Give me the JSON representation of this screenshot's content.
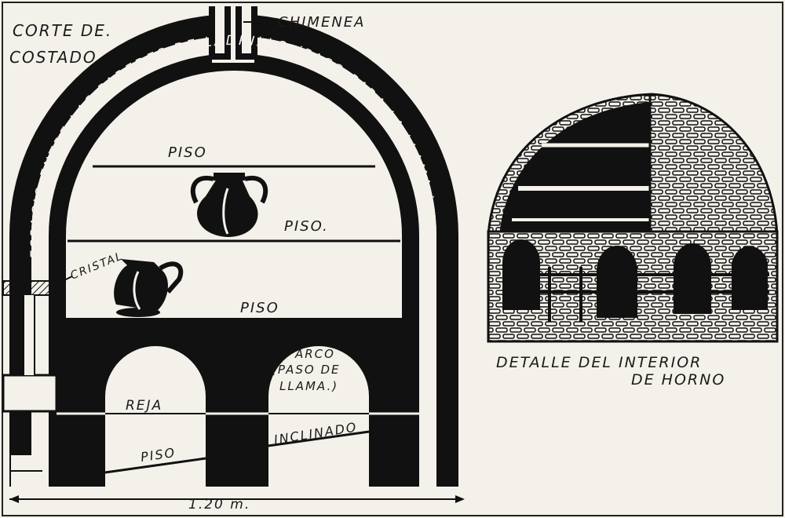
{
  "labels": {
    "section_title_line1": "CORTE DE.",
    "section_title_line2": "COSTADO",
    "chimney": "CHIMENEA",
    "space_between_walls": "ESPACIO ENTRE LAS PAREDES DE LADRILLO (PASO PARA LA LLAMA.)",
    "floor_top": "PISO",
    "floor_mid": "PISO.",
    "floor_low": "PISO",
    "glass": "CRISTAL",
    "arch_line1": "ARCO",
    "arch_line2": "(PASO DE",
    "arch_line3": "LLAMA.)",
    "grate": "REJA",
    "inclined": "INCLINADO",
    "floor_bottom": "PISO",
    "width_dimension": "1.20 m.",
    "detail_line1": "DETALLE DEL INTERIOR",
    "detail_line2": "DE HORNO"
  },
  "colors": {
    "ink": "#111111",
    "paper": "#f3f1ea"
  }
}
